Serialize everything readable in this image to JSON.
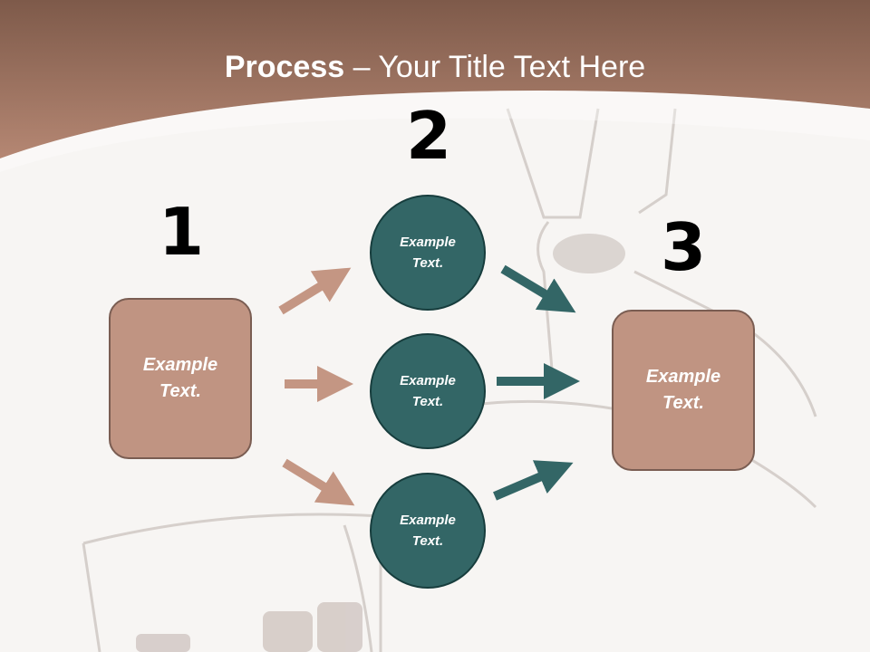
{
  "title": {
    "bold": "Process",
    "rest": " – Your Title Text Here"
  },
  "steps": [
    "1",
    "2",
    "3"
  ],
  "left_box": {
    "text": "Example\nText."
  },
  "circles": [
    {
      "text": "Example\nText."
    },
    {
      "text": "Example\nText."
    },
    {
      "text": "Example\nText."
    }
  ],
  "right_box": {
    "text": "Example\nText."
  },
  "colors": {
    "header": "#a77a68",
    "box_fill": "#c09482",
    "box_border": "#7a5d52",
    "circle_fill": "#336666",
    "arrow_left": "#c49683",
    "arrow_right": "#336666"
  }
}
